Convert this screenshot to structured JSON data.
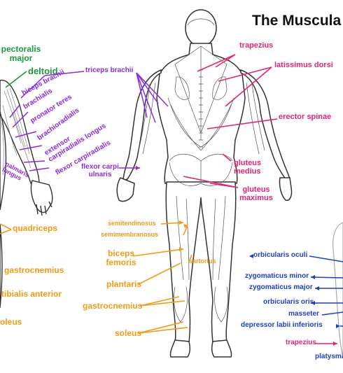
{
  "title": "The Muscula",
  "colors": {
    "green": "#1a9a3a",
    "purple": "#8a2be2",
    "pink": "#e8217a",
    "orange": "#f39a12",
    "blue": "#1c3fc8",
    "figure_stroke": "#333333"
  },
  "labels": {
    "pectoralis_major": "pectoralis major",
    "deltoid": "deltoid",
    "biceps_brachii": "biceps brachii",
    "brachialis": "brachialis",
    "pronator_teres": "pronator teres",
    "brachioradialis": "brachioradialis",
    "extensor_carpi_radialis_longus": "extensor carpiradialis longus",
    "flexor_carpi_radialis": "flexor carpiradialis",
    "palmaris_longus": "palmaris longus",
    "triceps_brachii": "triceps brachii",
    "flexor_carpi_ulnaris": "flexor carpi ulnaris",
    "trapezius": "trapezius",
    "latissimus_dorsi": "latissimus dorsi",
    "erector_spinae": "erector spinae",
    "gluteus_medius": "gluteus medius",
    "gluteus_maximus": "gluteus maximus",
    "quadriceps": "quadriceps",
    "gastrocnemius_front": "gastrocnemius",
    "tibialis_anterior": "tibialis anterior",
    "soleus_front": "oleus",
    "semitendinosus": "semitendinosus",
    "semimembranosus": "semimembranosus",
    "biceps_femoris": "biceps femoris",
    "sartorius": "sartorius",
    "plantaris": "plantaris",
    "gastrocnemius_back": "gastrocnemius",
    "soleus_back": "soleus",
    "orbicularis_oculi": "orbicularis oculi",
    "zygomaticus_minor": "zygomaticus minor",
    "zygomaticus_major": "zygomaticus major",
    "orbicularis_oris": "orbicularis oris",
    "masseter": "masseter",
    "depressor_labii_inferioris": "depressor labii inferioris",
    "trapezius_face": "trapezius",
    "platysma": "platysma"
  }
}
